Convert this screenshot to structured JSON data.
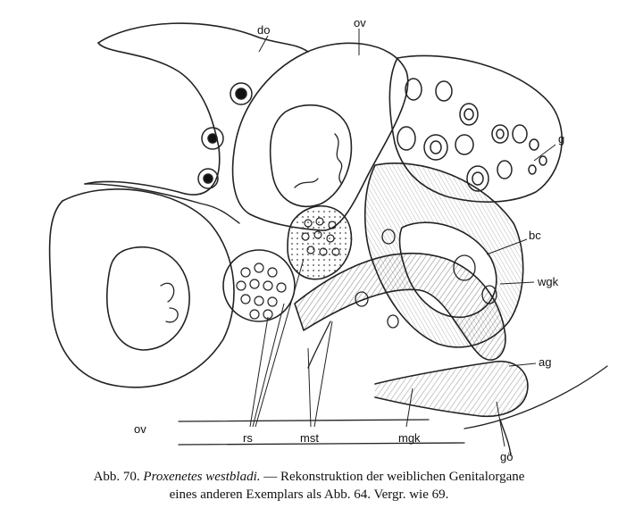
{
  "labels": {
    "do": "do",
    "ov_top": "ov",
    "g": "g",
    "bc": "bc",
    "wgk": "wgk",
    "ag": "ag",
    "ov_bottom": "ov",
    "rs": "rs",
    "mst": "mst",
    "mgk": "mgk",
    "go": "gö"
  },
  "caption": {
    "figure_number": "Abb. 70.",
    "species": "Proxenetes westbladi.",
    "line1_rest": "— Rekonstruktion der weiblichen Genitalorgane",
    "line2": "eines anderen Exemplars als Abb. 64. Vergr. wie 69."
  }
}
